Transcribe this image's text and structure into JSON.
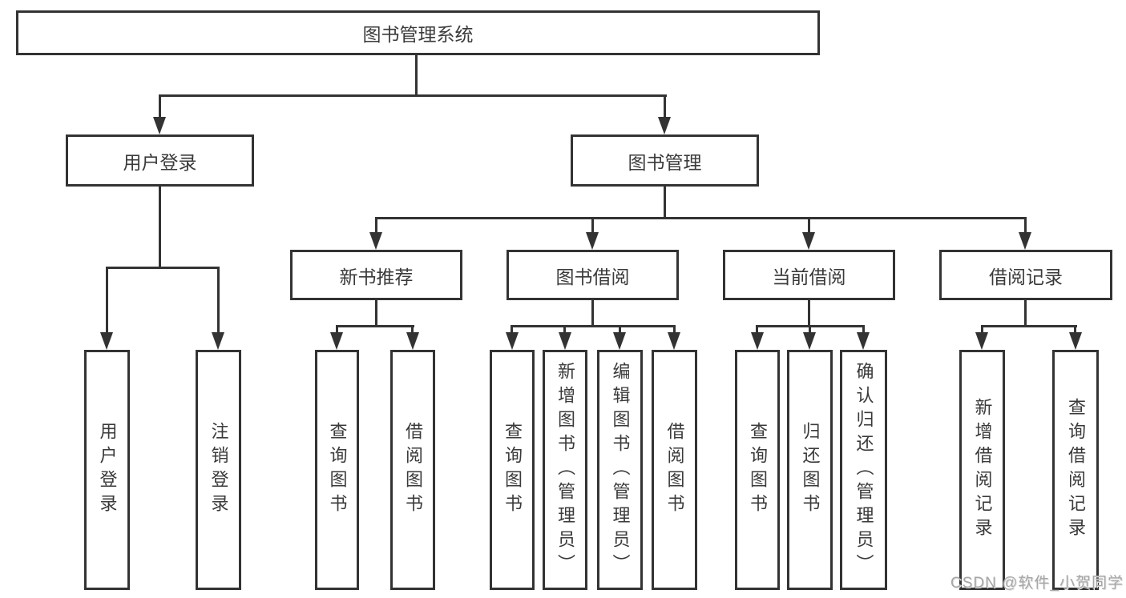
{
  "diagram_title": "图书管理系统",
  "tree": {
    "label": "图书管理系统",
    "children": [
      {
        "label": "用户登录",
        "children": [
          {
            "label": "用户登录"
          },
          {
            "label": "注销登录"
          }
        ]
      },
      {
        "label": "图书管理",
        "children": [
          {
            "label": "新书推荐",
            "children": [
              {
                "label": "查询图书"
              },
              {
                "label": "借阅图书"
              }
            ]
          },
          {
            "label": "图书借阅",
            "children": [
              {
                "label": "查询图书"
              },
              {
                "label": "新增图书（管理员）"
              },
              {
                "label": "编辑图书（管理员）"
              },
              {
                "label": "借阅图书"
              }
            ]
          },
          {
            "label": "当前借阅",
            "children": [
              {
                "label": "查询图书"
              },
              {
                "label": "归还图书"
              },
              {
                "label": "确认归还（管理员）"
              }
            ]
          },
          {
            "label": "借阅记录",
            "children": [
              {
                "label": "新增借阅记录"
              },
              {
                "label": "查询借阅记录"
              }
            ]
          }
        ]
      }
    ]
  },
  "watermark": "CSDN @软件_小贺同学",
  "colors": {
    "line": "#333333",
    "text": "#3a3a3a",
    "watermark": "#a6a6a6",
    "background": "#ffffff"
  }
}
